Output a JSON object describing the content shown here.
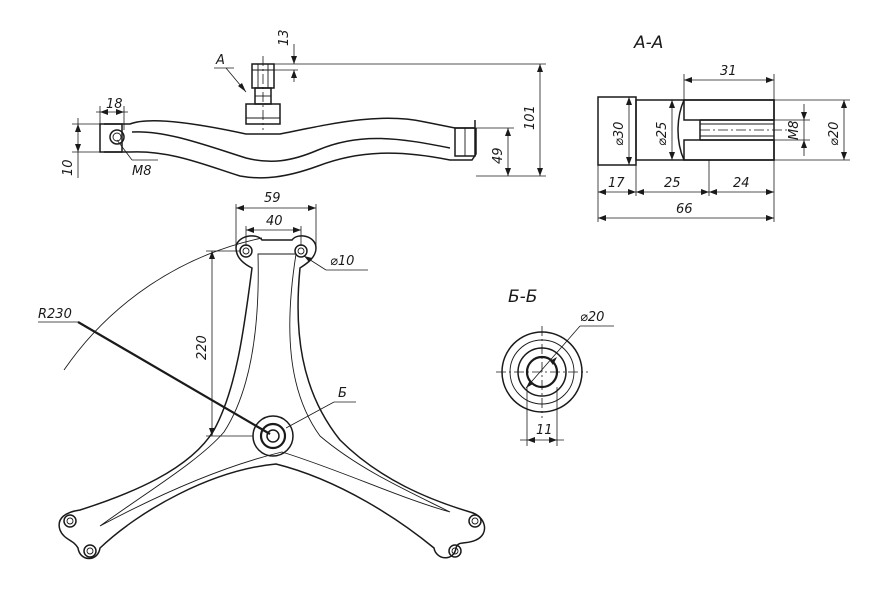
{
  "labels": {
    "view_a": "А",
    "section_aa": "А-А",
    "view_b": "Б",
    "section_bb": "Б-Б",
    "thread_side": "M8",
    "thread_aa": "M8",
    "radius": "R230"
  },
  "dimensions": {
    "side_13": "13",
    "side_18": "18",
    "side_10": "10",
    "side_101": "101",
    "side_49": "49",
    "aa_31": "31",
    "aa_d30": "⌀30",
    "aa_d25": "⌀25",
    "aa_d20": "⌀20",
    "aa_17": "17",
    "aa_25": "25",
    "aa_24": "24",
    "aa_66": "66",
    "top_59": "59",
    "top_40": "40",
    "top_d10": "⌀10",
    "top_220": "220",
    "bb_d20": "⌀20",
    "bb_11": "11"
  }
}
